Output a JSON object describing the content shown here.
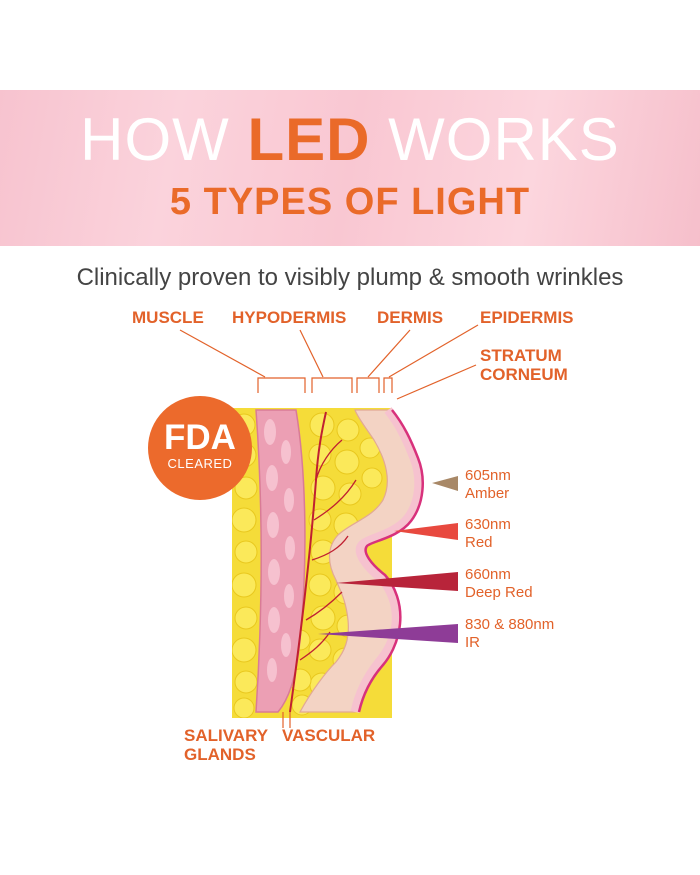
{
  "header": {
    "title_pre": "HOW ",
    "title_accent": "LED",
    "title_post": " WORKS",
    "subtitle": "5 TYPES OF LIGHT"
  },
  "tagline": "Clinically proven to visibly plump & smooth wrinkles",
  "layers": {
    "muscle": "MUSCLE",
    "hypodermis": "HYPODERMIS",
    "dermis": "DERMIS",
    "epidermis": "EPIDERMIS",
    "stratum_line1": "STRATUM",
    "stratum_line2": "CORNEUM"
  },
  "badge": {
    "line1": "FDA",
    "line2": "CLEARED"
  },
  "wavelengths": [
    {
      "nm": "605nm",
      "name": "Amber",
      "color": "#a88867"
    },
    {
      "nm": "630nm",
      "name": "Red",
      "color": "#e8493f"
    },
    {
      "nm": "660nm",
      "name": "Deep Red",
      "color": "#b8243a"
    },
    {
      "nm": "830 & 880nm",
      "name": "IR",
      "color": "#8e3c97"
    }
  ],
  "bottom_labels": {
    "salivary_line1": "SALIVARY",
    "salivary_line2": "GLANDS",
    "vascular": "VASCULAR"
  },
  "colors": {
    "accent_orange": "#ea6a29",
    "banner_pink": "#f9c9d3",
    "fat_yellow": "#f7e24a",
    "muscle_pink": "#ec9fb4",
    "dermis_peach": "#f3d3c4",
    "epidermis_magenta": "#d8317c"
  }
}
